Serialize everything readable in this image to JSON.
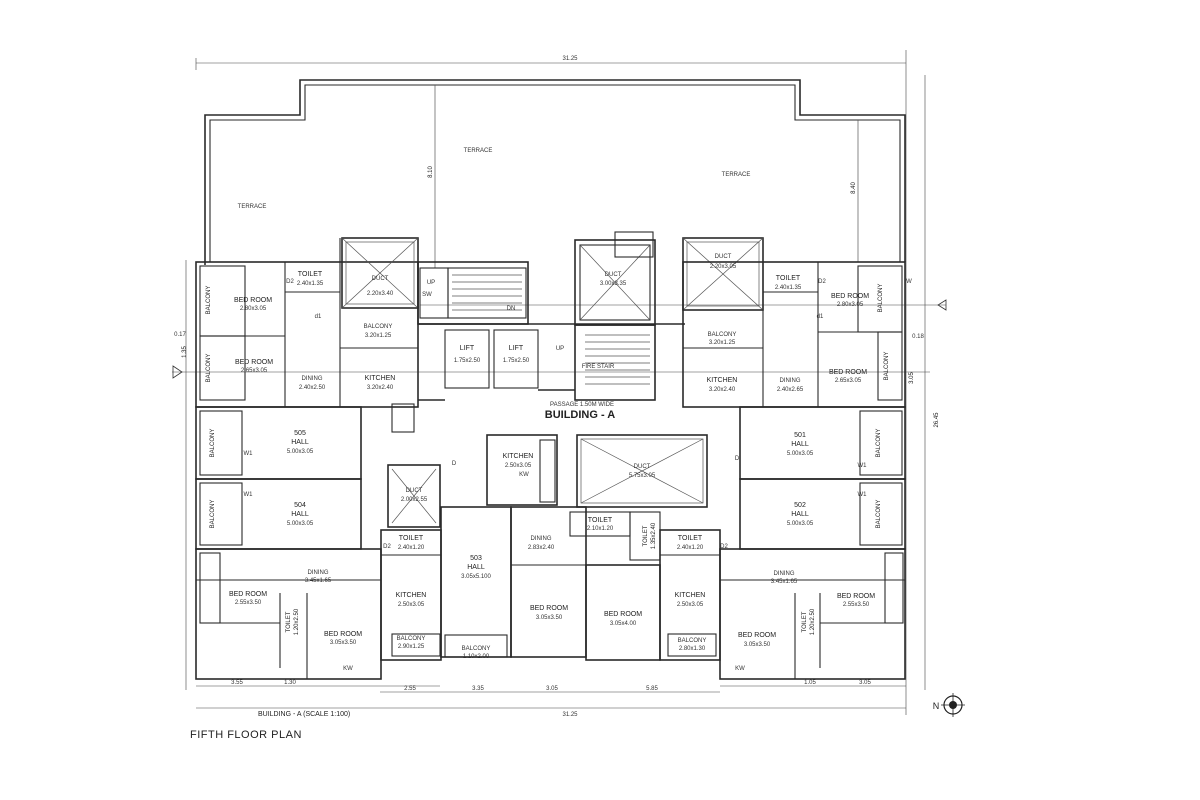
{
  "title": "FIFTH FLOOR PLAN",
  "caption": "BUILDING - A  (SCALE 1:100)",
  "building_label": "BUILDING - A",
  "passage_label": "PASSAGE 1.50M WIDE",
  "north_label": "N",
  "dims": {
    "overall_top": "31.25",
    "overall_bottom": "31.25",
    "overall_right": "26.45",
    "terrace_mid": "8.10",
    "terrace_right": "8.40",
    "b1": "3.55",
    "b2": "1.30",
    "b3": "2.55",
    "b4": "3.35",
    "b5": "3.05",
    "b6": "5.85",
    "b7": "1.05",
    "b8": "3.05",
    "l1": "0.17",
    "l2": "1.35",
    "r1": "0.18",
    "r2": "3.05"
  },
  "rooms": {
    "terrace_left": "TERRACE",
    "terrace_mid": "TERRACE",
    "terrace_right": "TERRACE",
    "bed_tl": {
      "name": "BED ROOM",
      "size": "2.80x3.05"
    },
    "bed_l2": {
      "name": "BED ROOM",
      "size": "2.65x3.05"
    },
    "toilet_tl": {
      "name": "TOILET",
      "size": "2.40x1.35"
    },
    "duct_tl": {
      "name": "DUCT",
      "size": "2.20x3.40"
    },
    "balcony_tl": {
      "name": "BALCONY",
      "size": "3.20x1.25"
    },
    "dining_l": {
      "name": "DINING",
      "size": "2.40x2.50"
    },
    "kitchen_l": {
      "name": "KITCHEN",
      "size": "3.20x2.40"
    },
    "lift1": {
      "name": "LIFT",
      "size": "1.75x2.50"
    },
    "lift2": {
      "name": "LIFT",
      "size": "1.75x2.50"
    },
    "fire_stair": "FIRE STAIR",
    "duct_mid": {
      "name": "DUCT",
      "size": "3.00x3.35"
    },
    "duct_tr": {
      "name": "DUCT",
      "size": "2.20x3.05"
    },
    "toilet_tr": {
      "name": "TOILET",
      "size": "2.40x1.35"
    },
    "bed_tr": {
      "name": "BED ROOM",
      "size": "2.80x3.05"
    },
    "balcony_tr": {
      "name": "BALCONY",
      "size": "3.20x1.25"
    },
    "kitchen_r": {
      "name": "KITCHEN",
      "size": "3.20x2.40"
    },
    "dining_r": {
      "name": "DINING",
      "size": "2.40x2.65"
    },
    "bed_r2": {
      "name": "BED ROOM",
      "size": "2.65x3.05"
    },
    "hall_505": {
      "name": "505",
      "sub": "HALL",
      "size": "5.00x3.05"
    },
    "hall_504": {
      "name": "504",
      "sub": "HALL",
      "size": "5.00x3.05"
    },
    "hall_501": {
      "name": "501",
      "sub": "HALL",
      "size": "5.00x3.05"
    },
    "hall_502": {
      "name": "502",
      "sub": "HALL",
      "size": "5.00x3.05"
    },
    "hall_503": {
      "name": "503",
      "sub": "HALL",
      "size": "3.05x5.100"
    },
    "kitchen_c": {
      "name": "KITCHEN",
      "size": "2.50x3.05"
    },
    "duct_c": {
      "name": "DUCT",
      "size": "5.75x3.05"
    },
    "duct_small": {
      "name": "DUCT",
      "size": "2.00x2.55"
    },
    "dining_c": {
      "name": "DINING",
      "size": "2.83x2.40"
    },
    "toilet_c1": {
      "name": "TOILET",
      "size": "2.10x1.20"
    },
    "toilet_c2": {
      "name": "TOILET",
      "size": "1.35x2.40"
    },
    "toilet_cl": {
      "name": "TOILET",
      "size": "2.40x1.20"
    },
    "toilet_cr": {
      "name": "TOILET",
      "size": "2.40x1.20"
    },
    "dining_bl": {
      "name": "DINING",
      "size": "3.45x1.65"
    },
    "dining_br": {
      "name": "DINING",
      "size": "3.45x1.65"
    },
    "bed_bl": {
      "name": "BED ROOM",
      "size": "2.55x3.50"
    },
    "bed_bl2": {
      "name": "BED ROOM",
      "size": "3.05x3.50"
    },
    "kitchen_bl": {
      "name": "KITCHEN",
      "size": "2.50x3.05"
    },
    "bed_bc1": {
      "name": "BED ROOM",
      "size": "3.05x3.50"
    },
    "bed_bc2": {
      "name": "BED ROOM",
      "size": "3.05x4.00"
    },
    "kitchen_br": {
      "name": "KITCHEN",
      "size": "2.50x3.05"
    },
    "bed_br2": {
      "name": "BED ROOM",
      "size": "3.05x3.50"
    },
    "bed_br": {
      "name": "BED ROOM",
      "size": "2.55x3.50"
    },
    "balcony_bl": {
      "name": "BALCONY",
      "size": "2.90x1.25"
    },
    "balcony_bc": {
      "name": "BALCONY",
      "size": "1.10x2.00"
    },
    "balcony_br": {
      "name": "BALCONY",
      "size": "2.80x1.30"
    },
    "toilet_bl": {
      "name": "TOILET",
      "size": "1.20x2.50"
    },
    "toilet_br": {
      "name": "TOILET",
      "size": "1.20x2.50"
    },
    "balc_l1": "BALCONY",
    "balc_l2": "BALCONY",
    "balc_l3": "BALCONY",
    "balc_l4": "BALCONY",
    "balc_r1": "BALCONY",
    "balc_r2": "BALCONY",
    "balc_r3": "BALCONY",
    "balc_r4": "BALCONY"
  },
  "marks": {
    "up": "UP",
    "dn": "DN",
    "sw": "SW",
    "d": "D",
    "d1": "d1",
    "d2": "D2",
    "w": "W",
    "w1": "W1",
    "kw": "KW"
  }
}
